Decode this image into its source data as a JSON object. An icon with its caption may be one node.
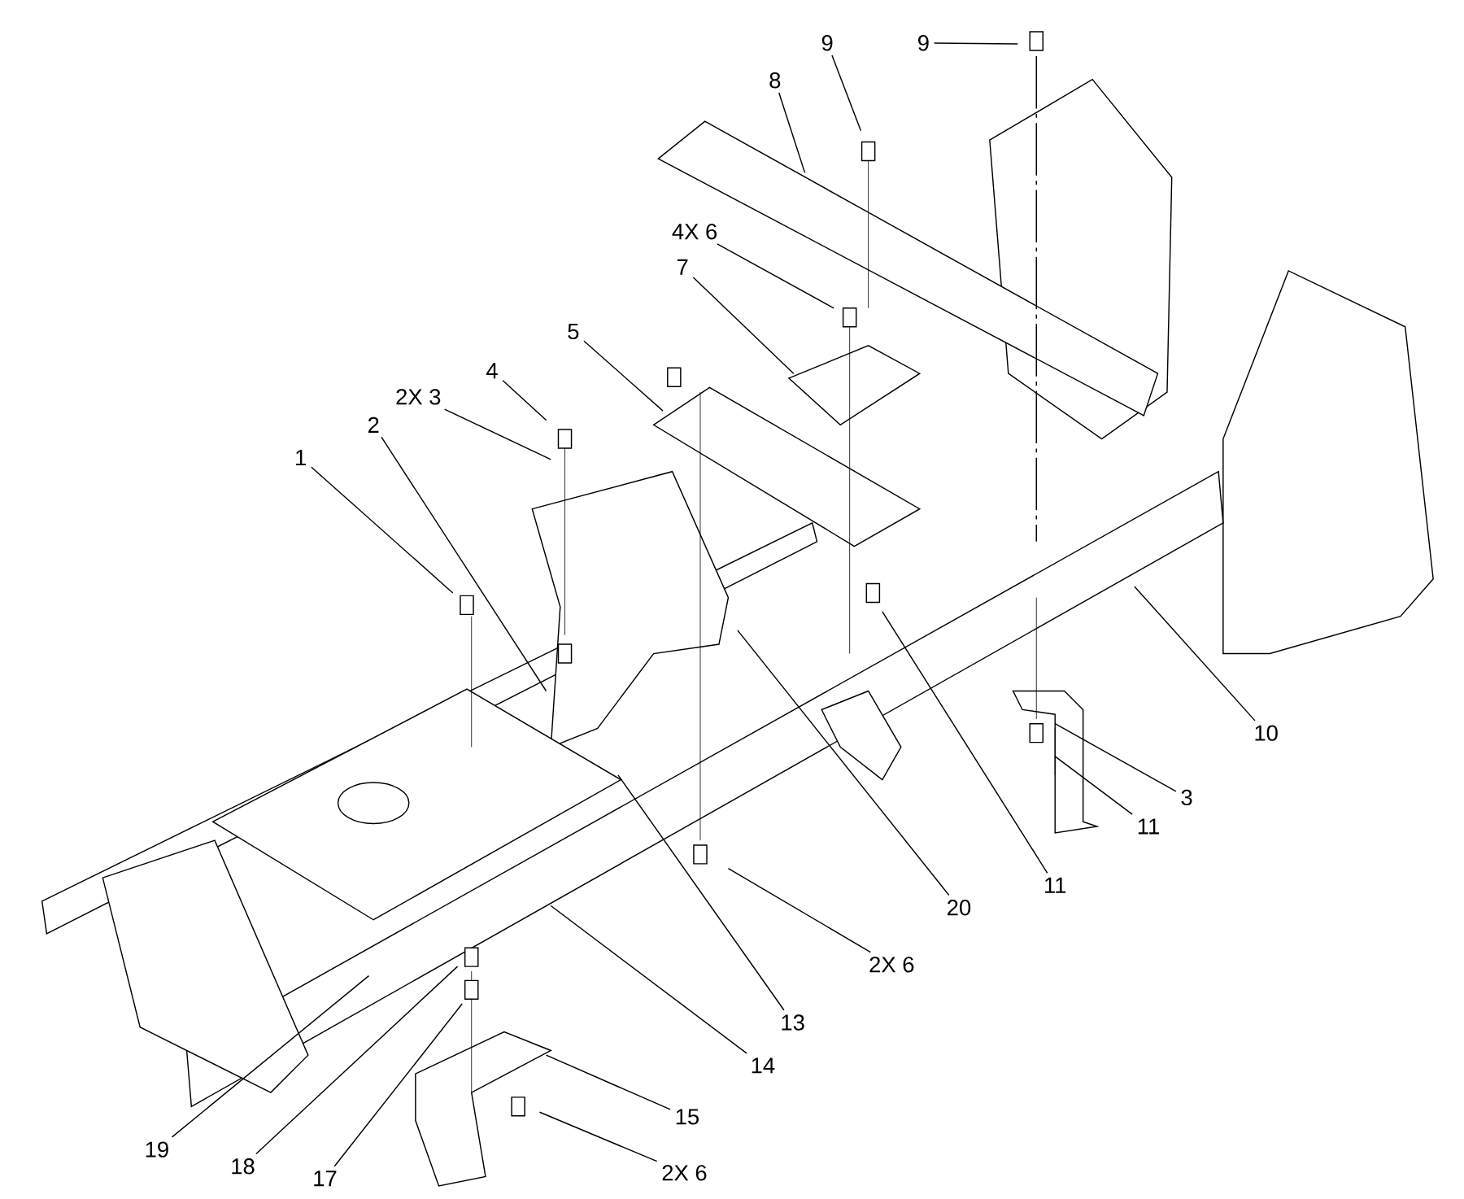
{
  "diagram": {
    "nodes": [
      {
        "text": [
          "9"
        ]
      },
      {
        "text": [
          "9"
        ]
      },
      {
        "text": [
          "8"
        ]
      },
      {
        "text": [
          "4X 6"
        ]
      },
      {
        "text": [
          "7"
        ]
      },
      {
        "text": [
          "5"
        ]
      },
      {
        "text": [
          "4"
        ]
      },
      {
        "text": [
          "2X 3"
        ]
      },
      {
        "text": [
          "2"
        ]
      },
      {
        "text": [
          "1"
        ]
      },
      {
        "text": [
          "10"
        ]
      },
      {
        "text": [
          "3"
        ]
      },
      {
        "text": [
          "11"
        ]
      },
      {
        "text": [
          "11"
        ]
      },
      {
        "text": [
          "20"
        ]
      },
      {
        "text": [
          "2X 6"
        ]
      },
      {
        "text": [
          "13"
        ]
      },
      {
        "text": [
          "14"
        ]
      },
      {
        "text": [
          "15"
        ]
      },
      {
        "text": [
          "19"
        ]
      },
      {
        "text": [
          "2X 6"
        ]
      },
      {
        "text": [
          "18"
        ]
      },
      {
        "text": [
          "17"
        ]
      }
    ],
    "edges": [
      {
        "from": 0,
        "to": null,
        "arrow": "none"
      },
      {
        "from": 1,
        "to": null,
        "arrow": "none"
      },
      {
        "from": 2,
        "to": null,
        "arrow": "none"
      },
      {
        "from": 3,
        "to": null,
        "arrow": "none"
      },
      {
        "from": 4,
        "to": null,
        "arrow": "none"
      },
      {
        "from": 5,
        "to": null,
        "arrow": "none"
      },
      {
        "from": 6,
        "to": null,
        "arrow": "none"
      },
      {
        "from": 7,
        "to": null,
        "arrow": "none"
      },
      {
        "from": 8,
        "to": null,
        "arrow": "none"
      },
      {
        "from": 9,
        "to": null,
        "arrow": "none"
      },
      {
        "from": 10,
        "to": null,
        "arrow": "none"
      },
      {
        "from": 11,
        "to": null,
        "arrow": "none"
      },
      {
        "from": 12,
        "to": null,
        "arrow": "none"
      },
      {
        "from": 13,
        "to": null,
        "arrow": "none"
      },
      {
        "from": 14,
        "to": null,
        "arrow": "none"
      },
      {
        "from": 15,
        "to": null,
        "arrow": "none"
      },
      {
        "from": 16,
        "to": null,
        "arrow": "none"
      },
      {
        "from": 17,
        "to": null,
        "arrow": "none"
      },
      {
        "from": 18,
        "to": null,
        "arrow": "none"
      },
      {
        "from": 19,
        "to": null,
        "arrow": "none"
      },
      {
        "from": 20,
        "to": null,
        "arrow": "none"
      },
      {
        "from": 21,
        "to": null,
        "arrow": "none"
      },
      {
        "from": 22,
        "to": null,
        "arrow": "none"
      }
    ]
  }
}
